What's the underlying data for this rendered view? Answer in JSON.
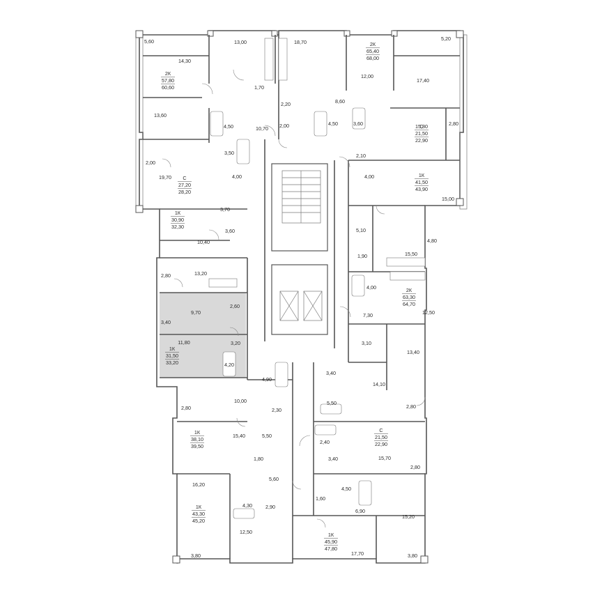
{
  "colors": {
    "wall": "#555555",
    "highlight": "#d9d9d9",
    "text": "#2a2a2a"
  },
  "units": [
    {
      "id": "u-top-left",
      "type": "2К",
      "living": "57,80",
      "total": "60,60"
    },
    {
      "id": "u-top-right",
      "type": "2К",
      "living": "65,40",
      "total": "68,00"
    },
    {
      "id": "u-right-1",
      "type": "С",
      "living": "21,50",
      "total": "22,90"
    },
    {
      "id": "u-left-1",
      "type": "С",
      "living": "27,20",
      "total": "28,20"
    },
    {
      "id": "u-right-2",
      "type": "1К",
      "living": "41,50",
      "total": "43,90"
    },
    {
      "id": "u-left-2",
      "type": "1К",
      "living": "30,90",
      "total": "32,30"
    },
    {
      "id": "u-right-3",
      "type": "2К",
      "living": "63,30",
      "total": "64,70"
    },
    {
      "id": "u-left-3",
      "type": "1К",
      "living": "31,50",
      "total": "33,20"
    },
    {
      "id": "u-left-4",
      "type": "1К",
      "living": "38,10",
      "total": "39,50"
    },
    {
      "id": "u-right-4",
      "type": "С",
      "living": "21,50",
      "total": "22,90"
    },
    {
      "id": "u-left-5",
      "type": "1К",
      "living": "43,30",
      "total": "45,20"
    },
    {
      "id": "u-bottom",
      "type": "1К",
      "living": "45,90",
      "total": "47,80"
    }
  ],
  "rooms": [
    "5,60",
    "14,30",
    "13,00",
    "18,70",
    "5,20",
    "1,70",
    "12,00",
    "17,40",
    "2,20",
    "8,60",
    "13,60",
    "4,50",
    "10,70",
    "2,00",
    "4,50",
    "3,60",
    "15,80",
    "2,80",
    "3,50",
    "2,10",
    "2,00",
    "4,00",
    "19,70",
    "4,00",
    "15,00",
    "3,70",
    "3,60",
    "5,10",
    "4,80",
    "10,40",
    "1,90",
    "15,50",
    "2,80",
    "13,20",
    "4,00",
    "12,50",
    "2,60",
    "9,70",
    "3,40",
    "7,30",
    "11,80",
    "3,20",
    "3,10",
    "13,40",
    "4,20",
    "4,90",
    "3,40",
    "14,10",
    "10,00",
    "5,50",
    "2,80",
    "2,30",
    "2,80",
    "15,40",
    "5,50",
    "2,40",
    "1,80",
    "3,40",
    "15,70",
    "2,80",
    "16,20",
    "5,60",
    "4,50",
    "4,30",
    "2,90",
    "1,60",
    "6,90",
    "15,20",
    "12,50",
    "3,80",
    "17,70",
    "3,80"
  ]
}
